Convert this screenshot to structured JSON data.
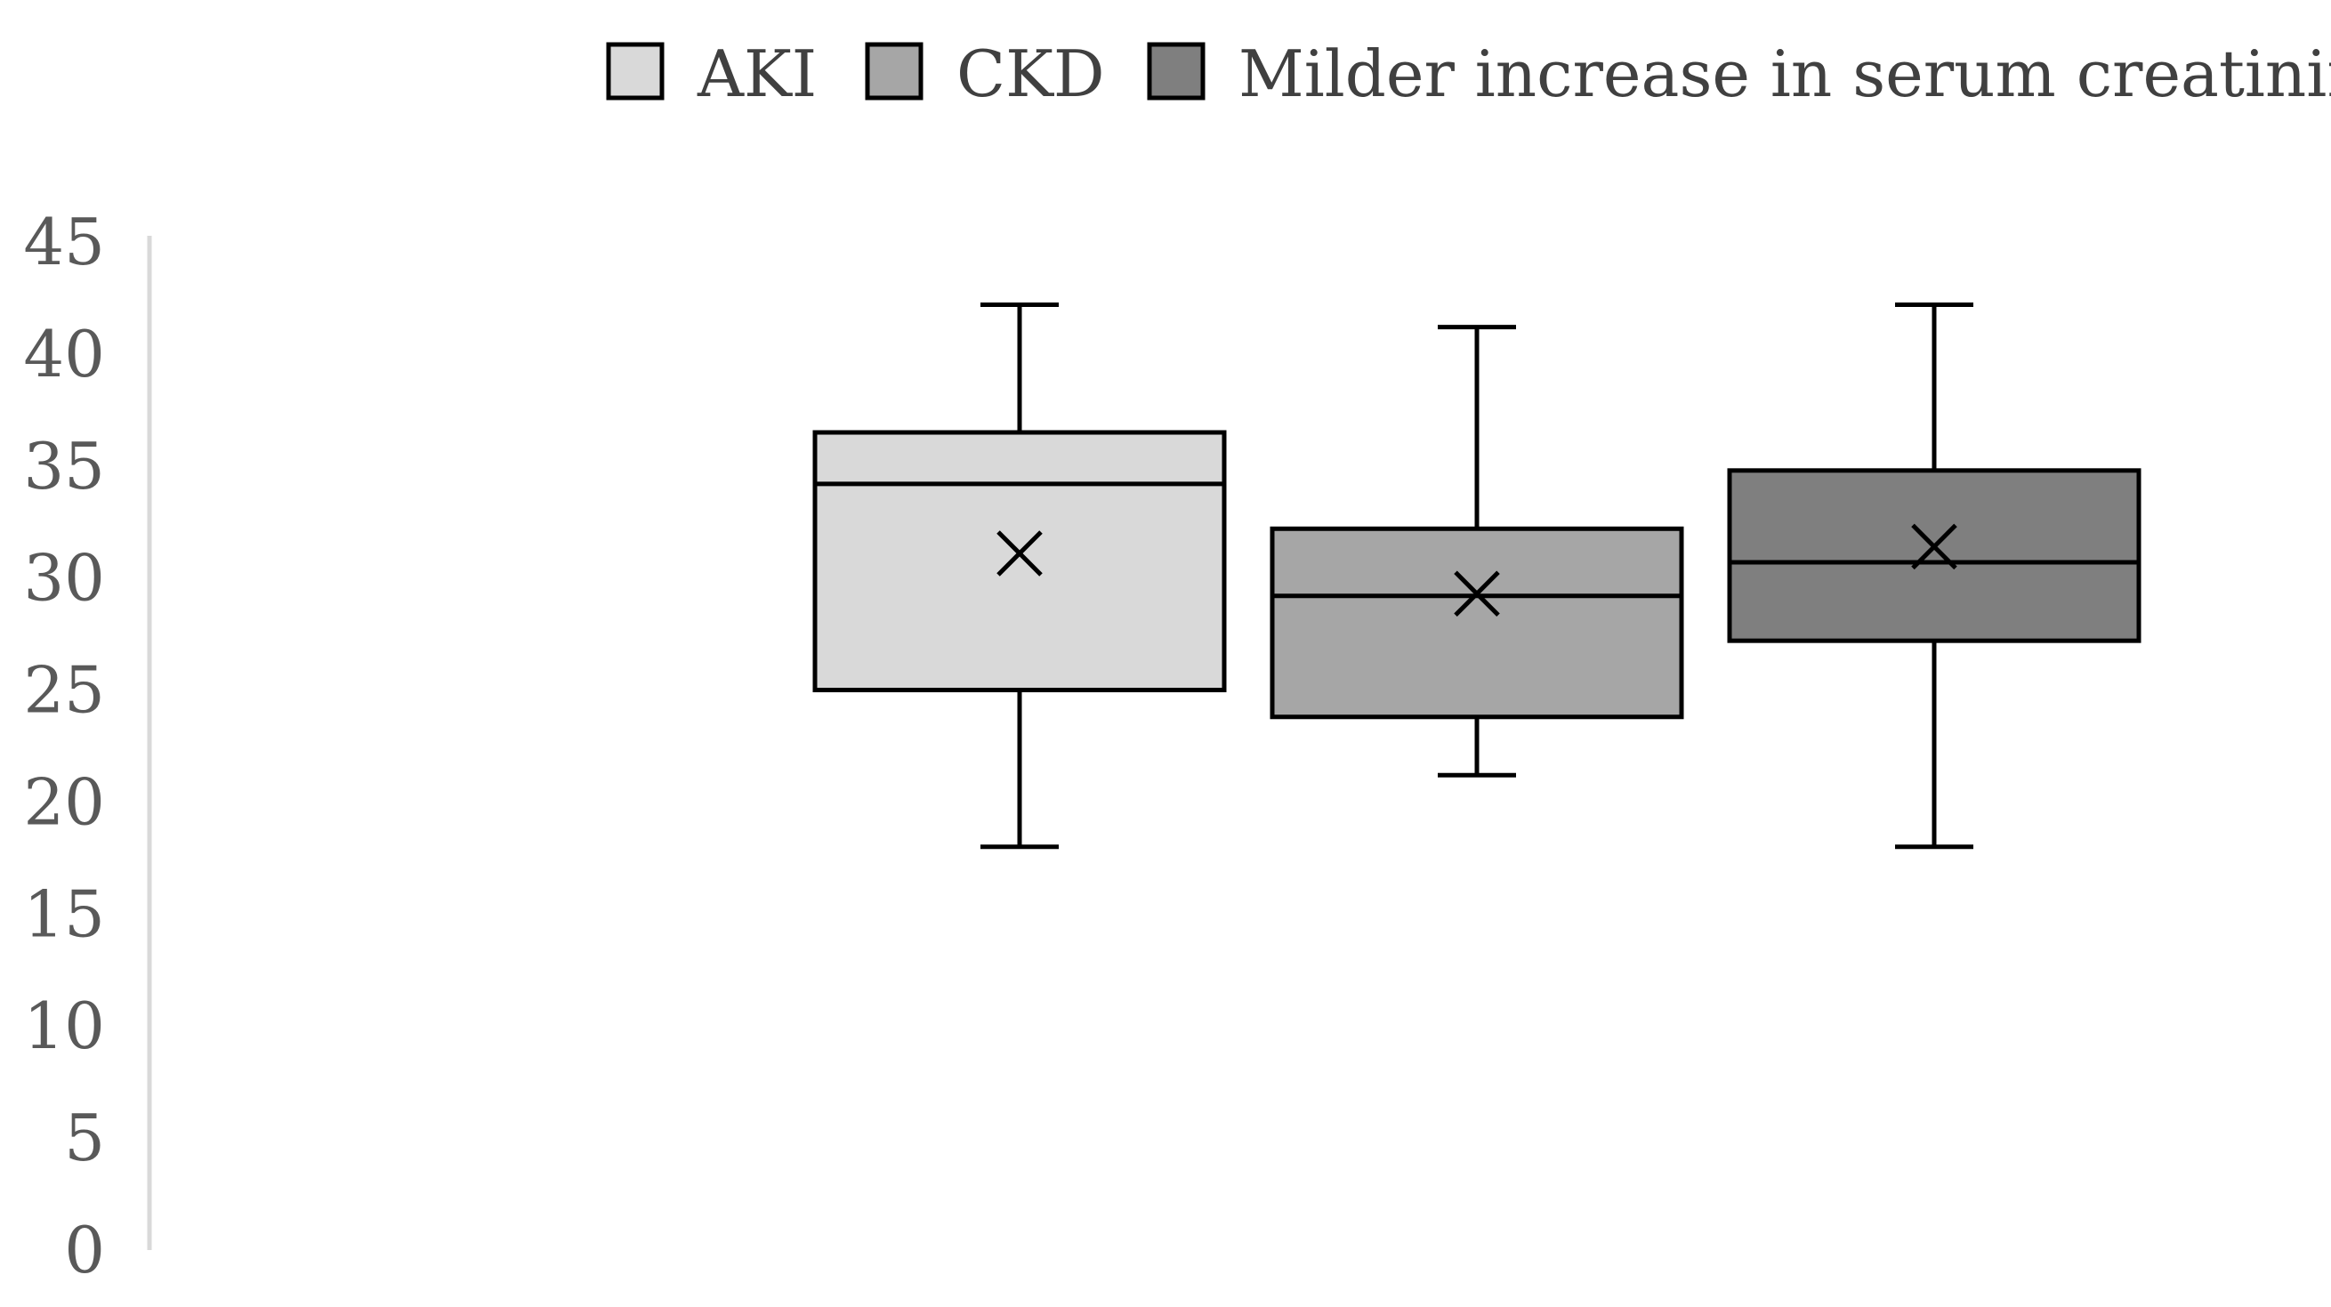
{
  "chart_data": {
    "type": "box",
    "title": "",
    "xlabel": "",
    "ylabel": "",
    "ylim": [
      0,
      45
    ],
    "yticks": [
      "0",
      "5",
      "10",
      "15",
      "20",
      "25",
      "30",
      "35",
      "40",
      "45"
    ],
    "grid": false,
    "legend_position": "top-right",
    "series": [
      {
        "name": "AKI",
        "color": "#d9d9d9",
        "min": 18,
        "q1": 25,
        "median": 34.2,
        "q3": 36.5,
        "max": 42.2,
        "mean": 31.1
      },
      {
        "name": "CKD",
        "color": "#a6a6a6",
        "min": 21.2,
        "q1": 23.8,
        "median": 29.2,
        "q3": 32.2,
        "max": 41.2,
        "mean": 29.3
      },
      {
        "name": "Milder increase in serum creatinine",
        "color": "#7f7f7f",
        "min": 18,
        "q1": 27.2,
        "median": 30.7,
        "q3": 34.8,
        "max": 42.2,
        "mean": 31.4
      }
    ]
  }
}
